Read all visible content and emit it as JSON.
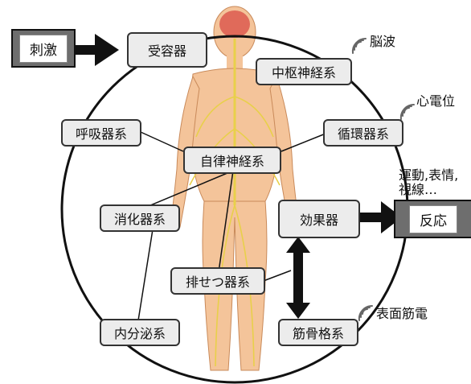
{
  "diagram": {
    "stimulus": "刺激",
    "receptor": "受容器",
    "cns": "中枢神経系",
    "respiratory": "呼吸器系",
    "circulatory": "循環器系",
    "autonomic": "自律神経系",
    "digestive": "消化器系",
    "effector": "効果器",
    "response": "反応",
    "excretory": "排せつ器系",
    "endocrine": "内分泌系",
    "musculoskeletal": "筋骨格系",
    "signals": {
      "brainwave": "脳波",
      "ecg": "心電位",
      "behavior_line1": "運動,表情,",
      "behavior_line2": "視線…",
      "emg": "表面筋電"
    }
  },
  "colors": {
    "box_fill": "#ececec",
    "box_border": "#333333",
    "dark_box": "#6e6e6e",
    "body_skin": "#f4c49a",
    "nerves": "#e8d04a",
    "brain": "#e06a5a"
  }
}
